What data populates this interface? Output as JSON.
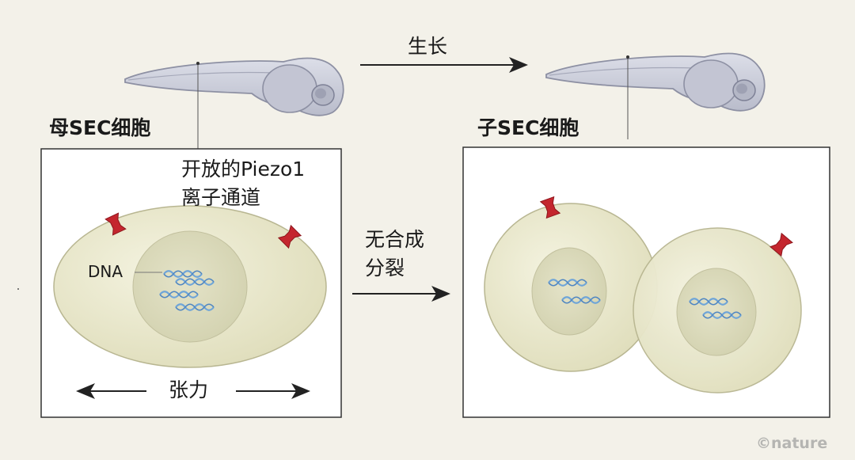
{
  "diagram": {
    "growth_label": "生长",
    "mother": {
      "heading": "母SEC细胞",
      "channel_label_line1": "开放的Piezo1",
      "channel_label_line2": "离子通道",
      "dna_label": "DNA",
      "tension_label": "张力"
    },
    "transition": {
      "line1": "无合成",
      "line2": "分裂"
    },
    "daughter": {
      "heading": "子SEC细胞"
    },
    "credit": "©nature"
  },
  "colors": {
    "background": "#f3f1e9",
    "cell_fill": "#e9e8cf",
    "nucleus_fill": "#dcdcbf",
    "fish_body": "#c9cbd8",
    "fish_outline": "#8d90a3",
    "piezo_channel": "#c4262e",
    "dna": "#6fa5d8",
    "box_border": "#333333"
  },
  "icons": [
    "zebrafish-larva-icon",
    "piezo1-channel-icon",
    "dna-strand-icon"
  ]
}
